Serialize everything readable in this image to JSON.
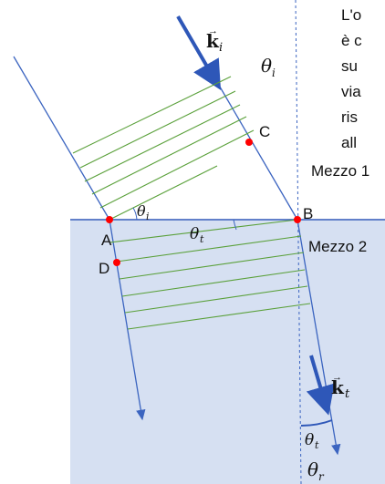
{
  "colors": {
    "medium2_fill": "#d6e0f2",
    "interface": "#2e57b8",
    "ray": "#3b64c0",
    "wavefront": "#5aa03a",
    "point": "#ff0000",
    "normal_dashed": "#3b64c0",
    "text": "#111111"
  },
  "text_lines": [
    "L'o",
    "è c",
    "su",
    "via",
    "ris",
    "all"
  ],
  "labels": {
    "ki_vec": "k",
    "ki_sub": "i",
    "theta": "θ",
    "theta_i_sub": "i",
    "theta_t_sub": "t",
    "theta_r_sub": "r",
    "kt_vec": "k",
    "kt_sub": "t",
    "point_A": "A",
    "point_B": "B",
    "point_C": "C",
    "point_D": "D",
    "medium1": "Mezzo 1",
    "medium2": "Mezzo 2"
  },
  "icons": [
    "point-marker-icon"
  ]
}
